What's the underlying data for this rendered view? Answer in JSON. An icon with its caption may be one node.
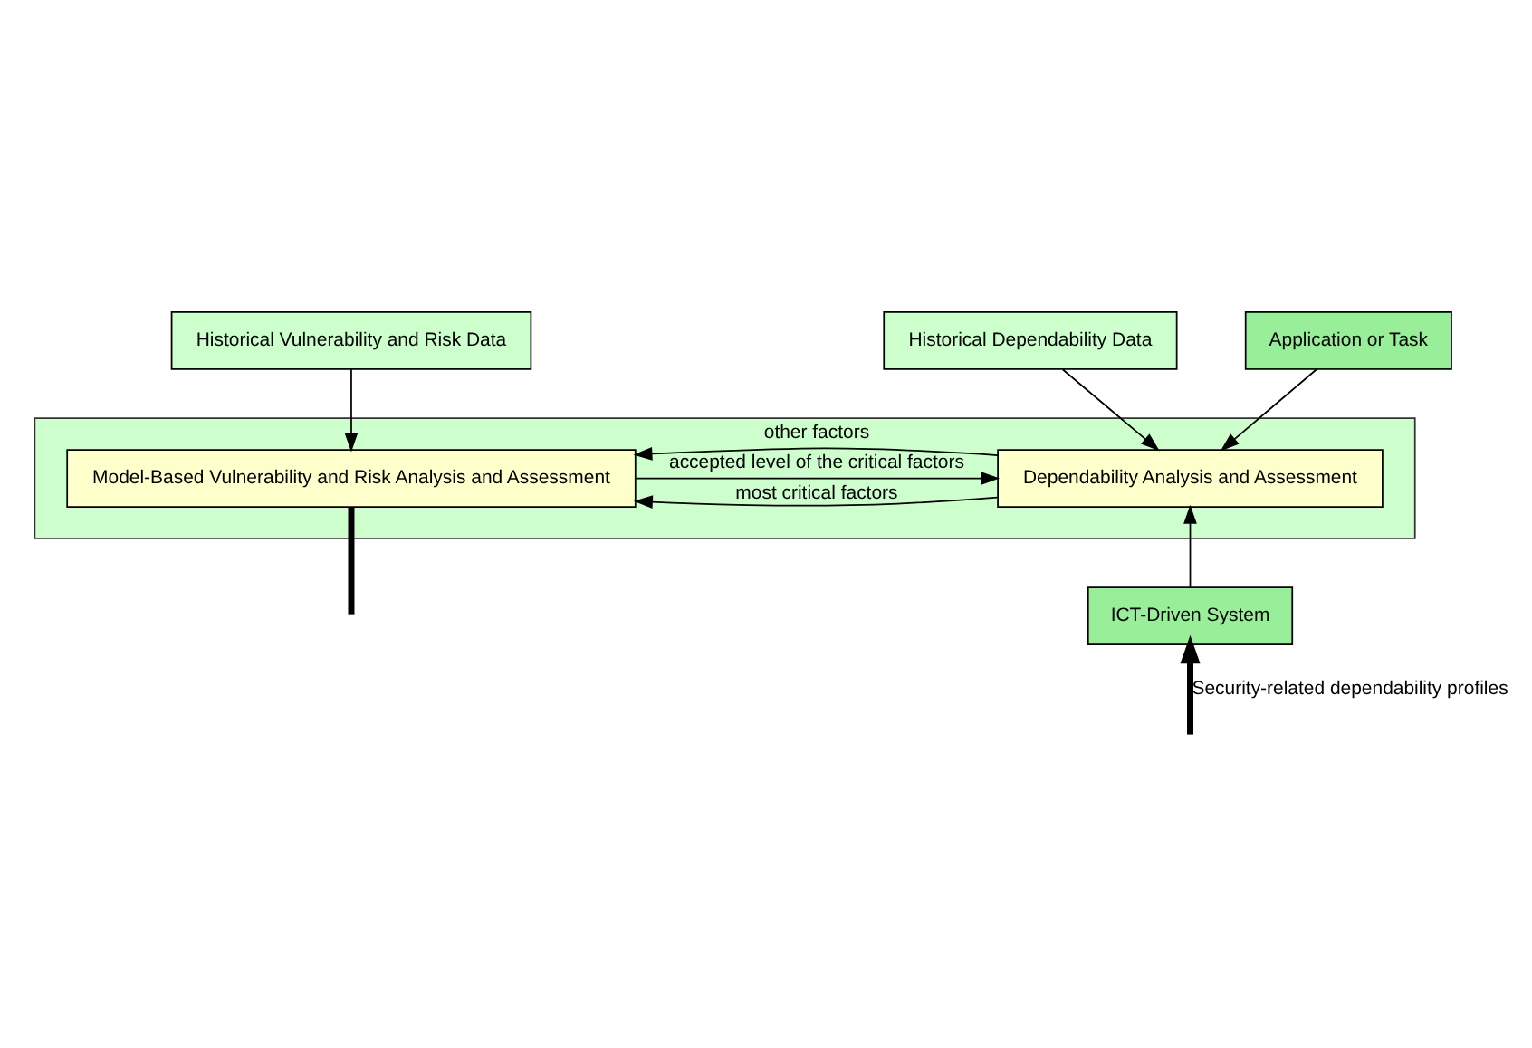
{
  "diagram": {
    "nodes": [
      {
        "text": [
          "Application or Task"
        ]
      },
      {
        "text": [
          "Historical Vulnerability and Risk Data"
        ]
      },
      {
        "text": [],
        "shape": "box"
      },
      {
        "text": [
          "Historical Dependability Data"
        ]
      },
      {
        "text": [
          "Dependability Analysis and Assessment"
        ],
        "in": 2
      },
      {
        "text": [
          "Model-Based Vulnerability and Risk Analysis and Assessment"
        ],
        "in": 2
      },
      {
        "text": [
          "ICT-Driven System"
        ]
      }
    ],
    "edges": [
      {
        "from": 0,
        "to": 4,
        "arrow": "to"
      },
      {
        "from": 1,
        "to": 5,
        "arrow": "to"
      },
      {
        "from": 3,
        "to": 4,
        "arrow": "to"
      },
      {
        "from": 4,
        "to": 5,
        "arrow": "to",
        "label": "most critical factors"
      },
      {
        "from": 4,
        "to": 5,
        "arrow": "to",
        "label": "other factors"
      },
      {
        "from": 5,
        "to": 4,
        "arrow": "to",
        "label": "accepted level of the critical factors"
      },
      {
        "from": 6,
        "to": 4,
        "arrow": "to"
      },
      {
        "from": 5,
        "to": null,
        "arrow": "none",
        "style": "thick"
      },
      {
        "from": null,
        "to": 6,
        "arrow": "to",
        "style": "thick",
        "label": "Security-related dependability profiles"
      }
    ]
  }
}
